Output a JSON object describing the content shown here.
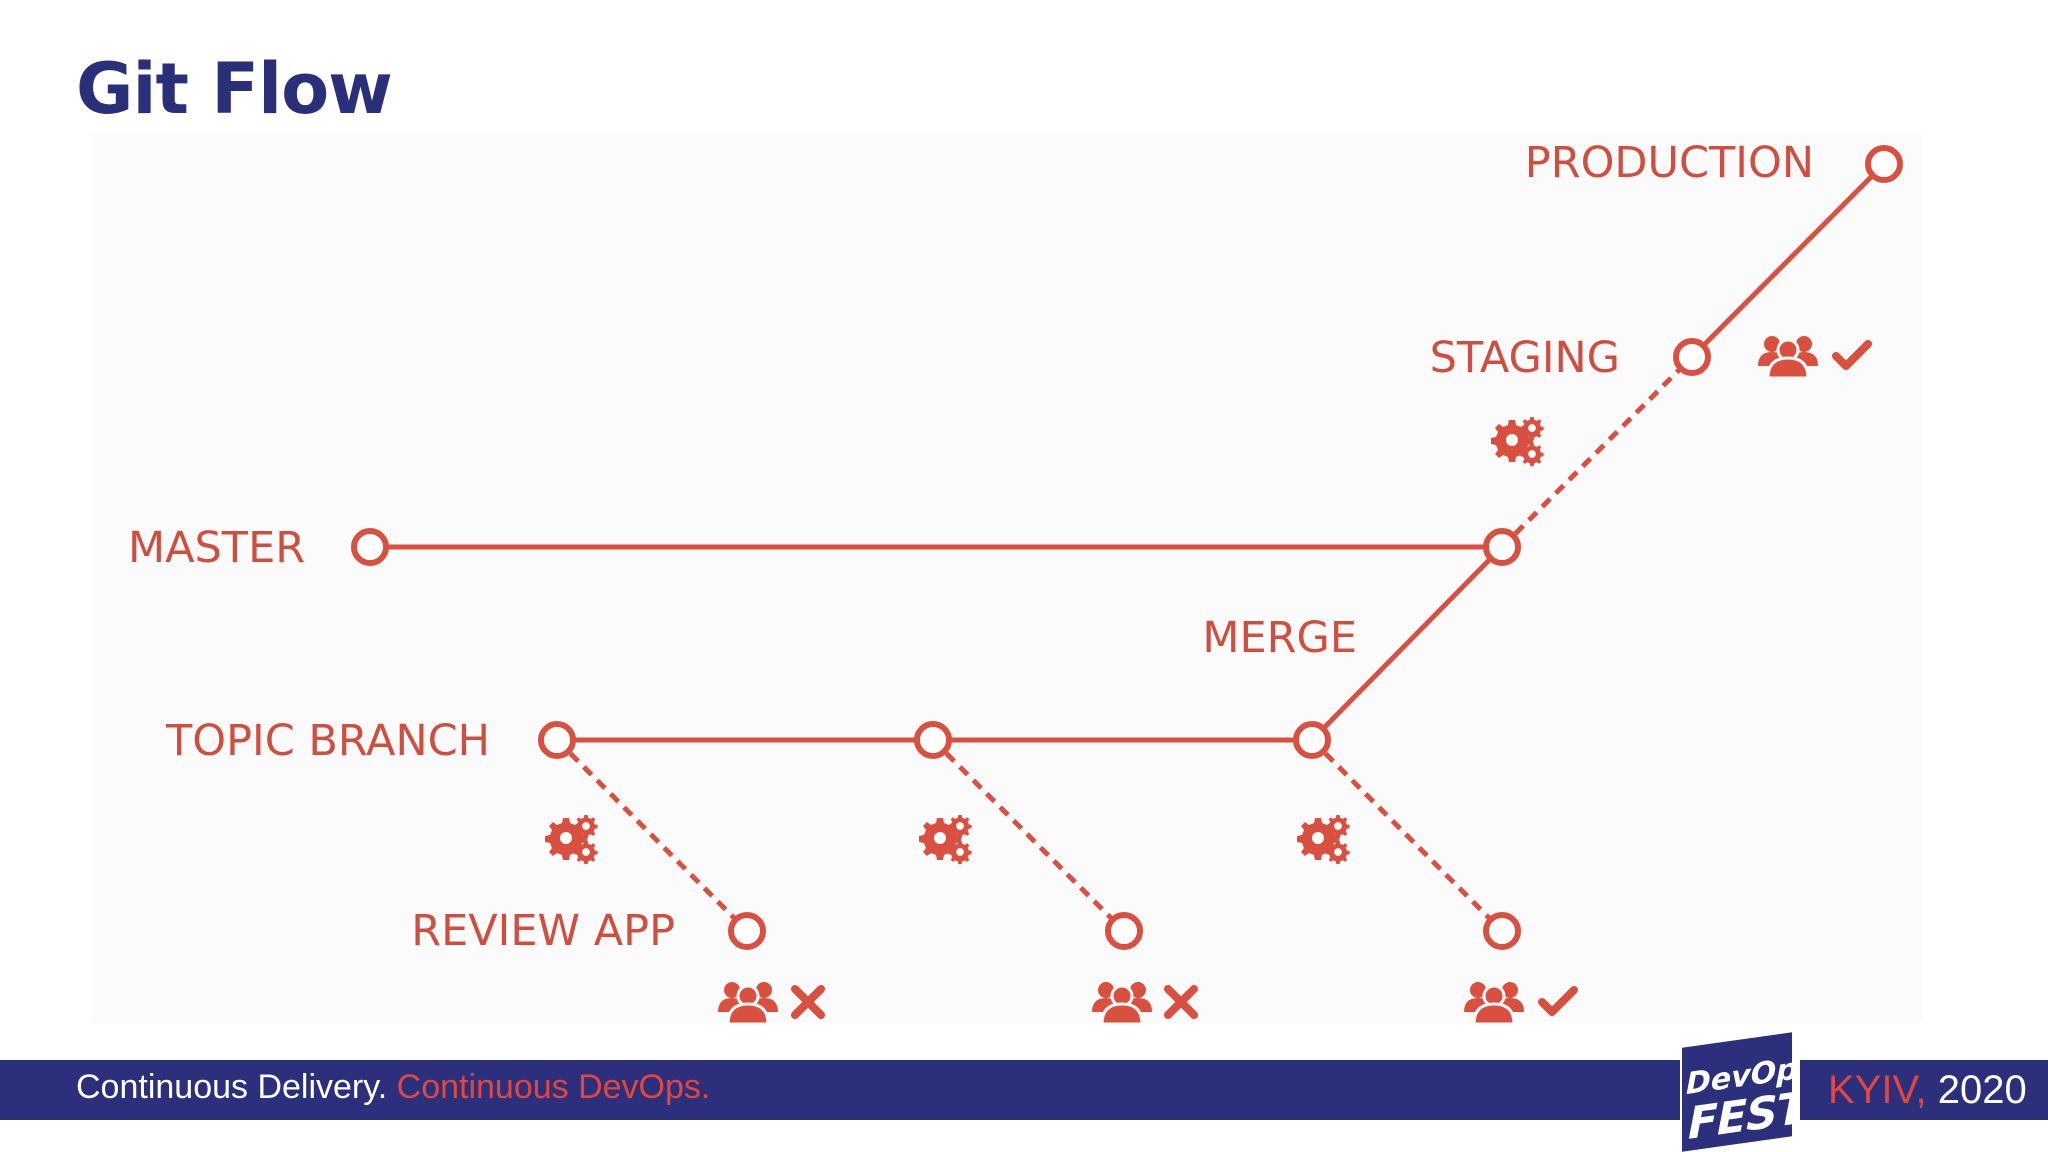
{
  "slide": {
    "title": "Git Flow"
  },
  "diagram": {
    "labels": {
      "production": "PRODUCTION",
      "staging": "STAGING",
      "master": "MASTER",
      "merge": "MERGE",
      "topic_branch": "TOPIC BRANCH",
      "review_app": "REVIEW APP"
    },
    "line_color": "#d94f40",
    "review_results": [
      "rejected",
      "rejected",
      "approved"
    ],
    "staging_result": "approved",
    "icons": [
      "team-icon",
      "check-icon",
      "cross-icon",
      "gears-icon"
    ]
  },
  "footer": {
    "tagline_part1": "Continuous Delivery.",
    "tagline_part2": " Continuous DevOps.",
    "logo_top": "DevOps",
    "logo_bottom": "FEST",
    "city": "KYIV,",
    "year": " 2020",
    "colors": {
      "navy": "#2b2f7c",
      "accent": "#e5463c"
    }
  }
}
